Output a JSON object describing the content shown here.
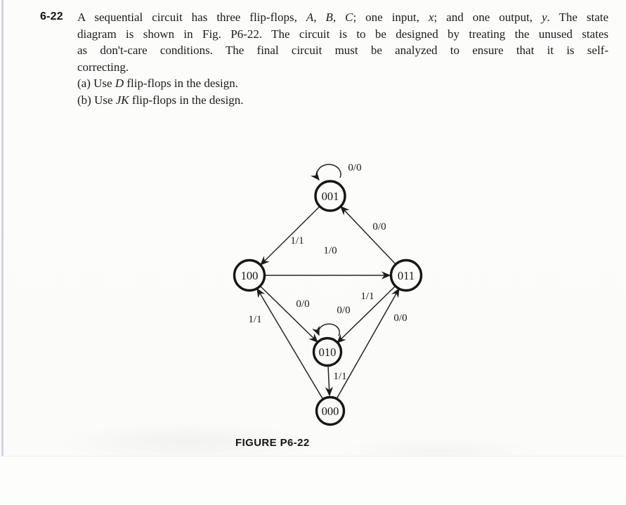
{
  "problem": {
    "number": "6-22",
    "line1": {
      "s0": "A sequential circuit has three flip-flops, ",
      "s1": "A, B, C",
      "s2": "; one input, ",
      "s3": "x",
      "s4": "; and one output, ",
      "s5": "y",
      "s6": ". The state"
    },
    "line2": "diagram is shown in Fig. P6-22. The circuit is to be designed by treating the unused states",
    "line3": "as don't-care conditions. The final circuit must be analyzed to ensure that it is self-",
    "line4": "correcting.",
    "item_a": {
      "s0": "(a) Use ",
      "s1": "D",
      "s2": " flip-flops in the design."
    },
    "item_b": {
      "s0": "(b) Use ",
      "s1": "JK",
      "s2": " flip-flops in the design."
    }
  },
  "figure": {
    "caption": "FIGURE P6-22",
    "type": "state-diagram",
    "states": [
      {
        "label": "001"
      },
      {
        "label": "100"
      },
      {
        "label": "011"
      },
      {
        "label": "010"
      },
      {
        "label": "000"
      }
    ],
    "transitions": [
      {
        "from": "001",
        "to": "001",
        "label": "0/0"
      },
      {
        "from": "001",
        "to": "100",
        "label": "1/1"
      },
      {
        "from": "011",
        "to": "001",
        "label": "0/0"
      },
      {
        "from": "100",
        "to": "011",
        "label": "1/0"
      },
      {
        "from": "100",
        "to": "010",
        "label": "0/0"
      },
      {
        "from": "011",
        "to": "010",
        "label": "1/1"
      },
      {
        "from": "010",
        "to": "010",
        "label": "0/0"
      },
      {
        "from": "010",
        "to": "000",
        "label": "1/1"
      },
      {
        "from": "000",
        "to": "100",
        "label": "1/1"
      },
      {
        "from": "000",
        "to": "011",
        "label": "0/0"
      }
    ]
  },
  "colors": {
    "ink": "#1b1b1b",
    "paper": "#fdfdfc",
    "scan_edge": "#ccccd6"
  }
}
